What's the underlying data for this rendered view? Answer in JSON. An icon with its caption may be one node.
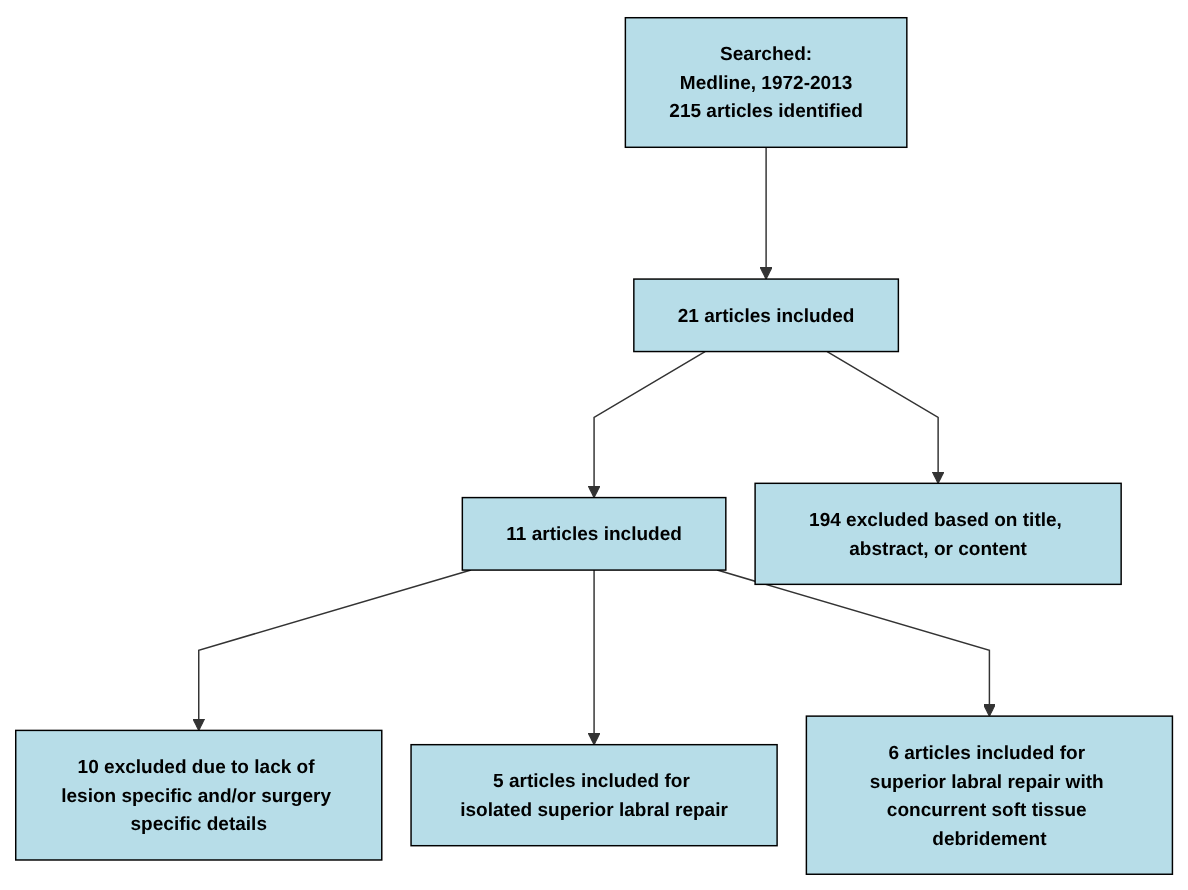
{
  "diagram": {
    "nodes": [
      {
        "text": [
          "Searched:",
          "Medline, 1972-2013",
          "215 articles identified"
        ]
      },
      {
        "text": [
          "21 articles included"
        ]
      },
      {
        "text": [
          "194 excluded based on title, abstract, or content"
        ]
      },
      {
        "text": [
          "11 articles included"
        ]
      },
      {
        "text": [
          "10 excluded due to lack of lesion specific and/or surgery specific details"
        ]
      },
      {
        "text": [
          "5 articles included for isolated superior labral repair"
        ]
      },
      {
        "text": [
          "6 articles included for superior labral repair with concurrent soft tissue debridement"
        ]
      }
    ],
    "edges": [
      {
        "from": 0,
        "to": 1,
        "arrow": "to"
      },
      {
        "from": 1,
        "to": 2,
        "arrow": "to"
      },
      {
        "from": 1,
        "to": 3,
        "arrow": "to"
      },
      {
        "from": 3,
        "to": 4,
        "arrow": "to"
      },
      {
        "from": 3,
        "to": 5,
        "arrow": "to"
      },
      {
        "from": 3,
        "to": 6,
        "arrow": "to"
      }
    ]
  }
}
